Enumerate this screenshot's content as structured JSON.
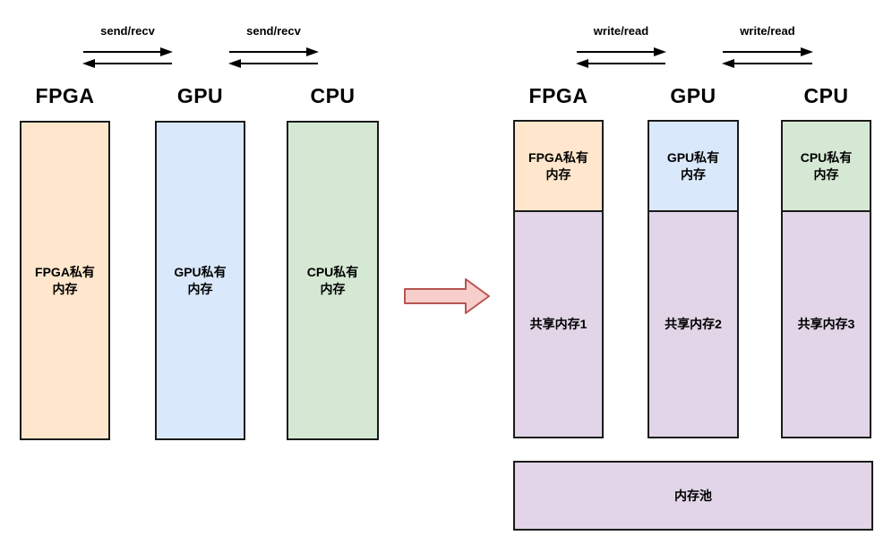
{
  "colors": {
    "fpga_fill": "#FFE6CC",
    "gpu_fill": "#DAE8FC",
    "cpu_fill": "#D5E8D4",
    "shared_fill": "#E1D5E7",
    "pool_fill": "#E1D5E7",
    "big_arrow_fill": "#F8CECC",
    "big_arrow_border": "#B85450",
    "box_border": "#1A1A1A",
    "link_arrow_color": "#000000"
  },
  "left_panel": {
    "links": [
      "send/recv",
      "send/recv"
    ],
    "columns": [
      {
        "header": "FPGA",
        "private_line1": "FPGA私有",
        "private_line2": "内存"
      },
      {
        "header": "GPU",
        "private_line1": "GPU私有",
        "private_line2": "内存"
      },
      {
        "header": "CPU",
        "private_line1": "CPU私有",
        "private_line2": "内存"
      }
    ]
  },
  "right_panel": {
    "links": [
      "write/read",
      "write/read"
    ],
    "columns": [
      {
        "header": "FPGA",
        "private_line1": "FPGA私有",
        "private_line2": "内存",
        "shared_label": "共享内存1"
      },
      {
        "header": "GPU",
        "private_line1": "GPU私有",
        "private_line2": "内存",
        "shared_label": "共享内存2"
      },
      {
        "header": "CPU",
        "private_line1": "CPU私有",
        "private_line2": "内存",
        "shared_label": "共享内存3"
      }
    ],
    "pool_label": "内存池"
  }
}
